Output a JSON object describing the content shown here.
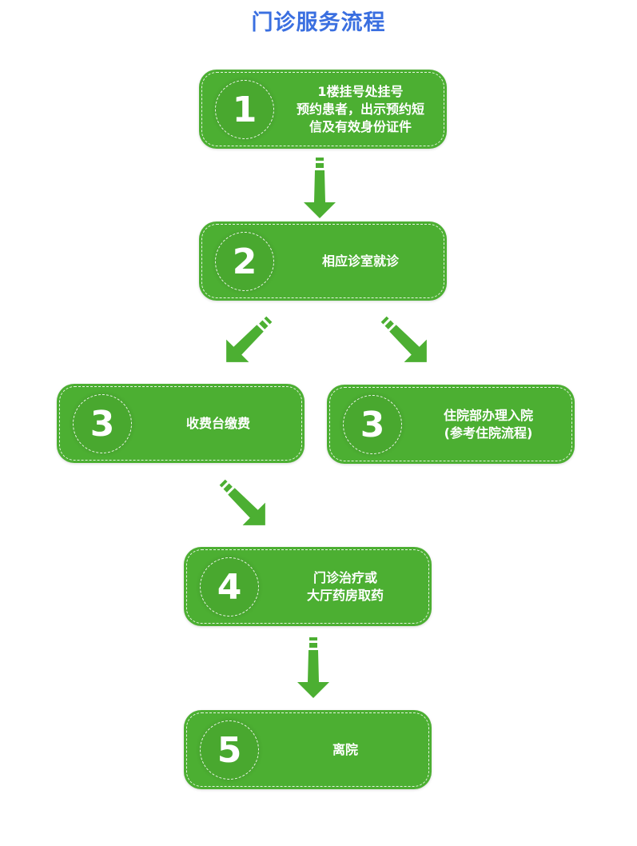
{
  "title": "门诊服务流程",
  "colors": {
    "green": "#4caf32",
    "title": "#3a6fe0"
  },
  "steps": [
    {
      "number": "1",
      "lines": [
        "1楼挂号处挂号",
        "预约患者，出示预约短",
        "信及有效身份证件"
      ]
    },
    {
      "number": "2",
      "lines": [
        "相应诊室就诊"
      ]
    },
    {
      "number": "3",
      "lines": [
        "收费台缴费"
      ]
    },
    {
      "number": "3",
      "lines": [
        "住院部办理入院",
        "(参考住院流程)"
      ]
    },
    {
      "number": "4",
      "lines": [
        "门诊治疗或",
        "大厅药房取药"
      ]
    },
    {
      "number": "5",
      "lines": [
        "离院"
      ]
    }
  ]
}
